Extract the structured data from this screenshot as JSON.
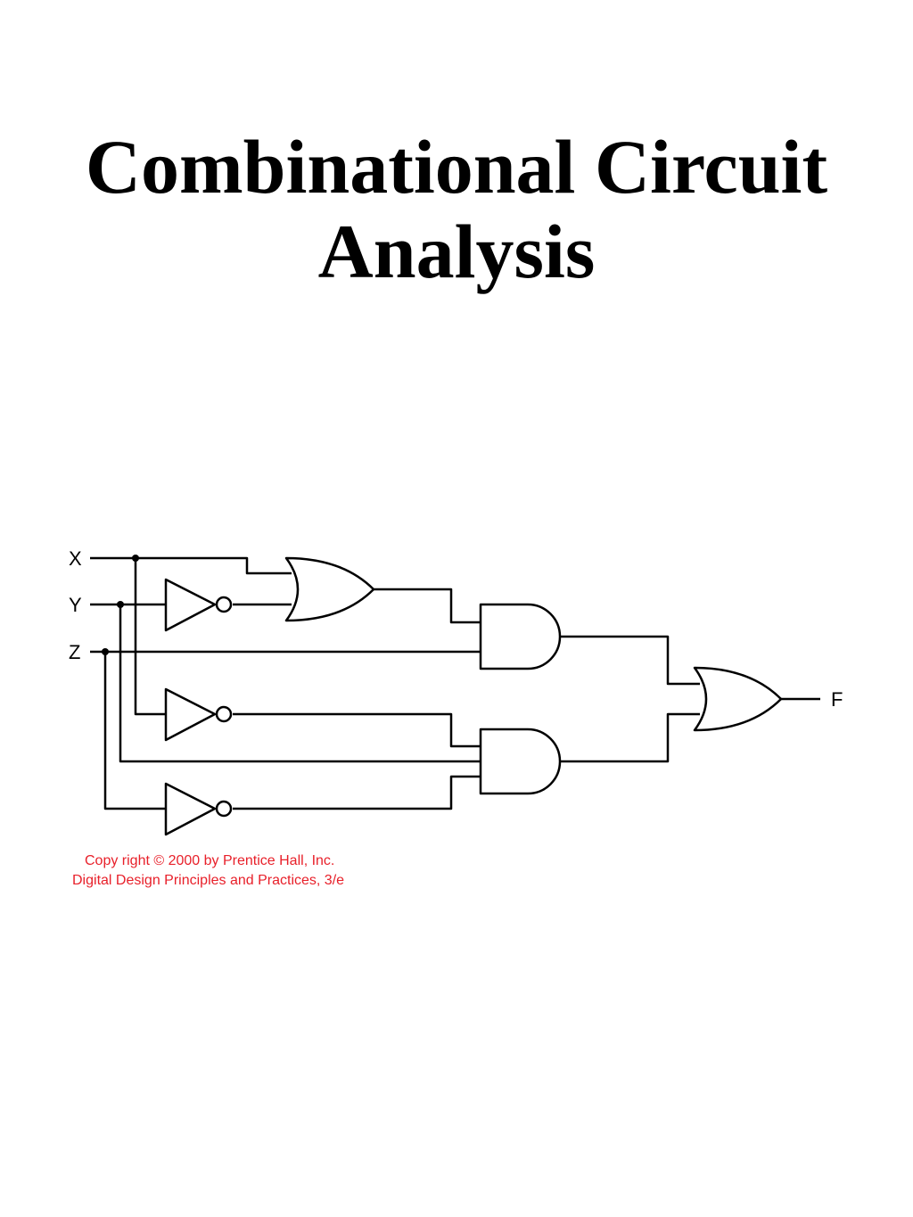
{
  "title": {
    "line1": "Combinational Circuit",
    "line2": "Analysis"
  },
  "diagram": {
    "inputs": {
      "x": "X",
      "y": "Y",
      "z": "Z"
    },
    "output": "F",
    "copyright": {
      "line1": "Copy right © 2000 by Prentice Hall, Inc.",
      "line2": "Digital Design Principles and Practices, 3/e"
    },
    "colors": {
      "wire": "#000000",
      "copyright": "#e8202a",
      "background": "#ffffff"
    }
  }
}
